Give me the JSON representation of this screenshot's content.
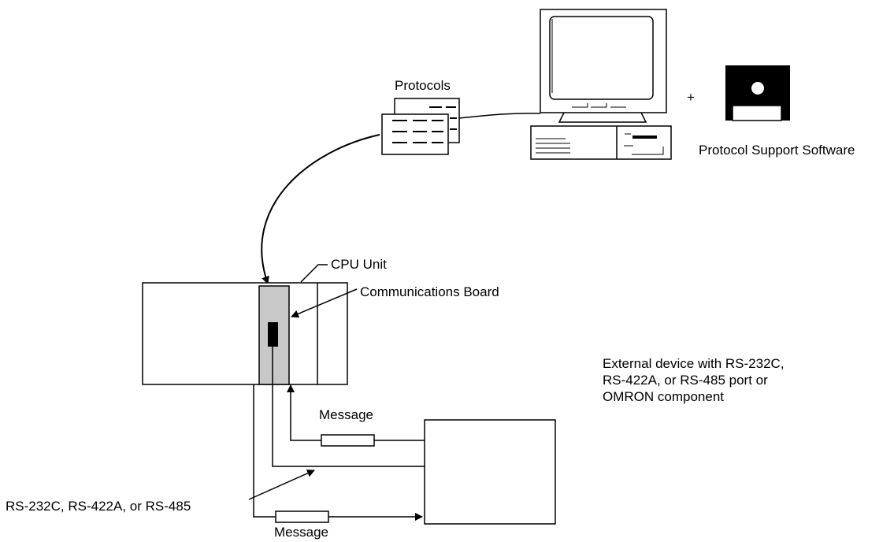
{
  "labels": {
    "protocols": "Protocols",
    "plus": "+",
    "protocol_support_software": "Protocol Support Software",
    "cpu_unit": "CPU Unit",
    "communications_board": "Communications Board",
    "external_device": [
      "External device with RS-232C,",
      "RS-422A, or RS-485 port or",
      "OMRON component"
    ],
    "message_upper": "Message",
    "message_lower": "Message",
    "serial_ports": "RS-232C, RS-422A, or RS-485"
  },
  "colors": {
    "line": "#000000",
    "board_fill": "#c8c8c8",
    "connector_fill": "#000000",
    "disk_fill": "#000000",
    "background": "#ffffff"
  },
  "icons": {
    "computer": "personal-computer-icon",
    "disk": "floppy-disk-icon",
    "protocol_cards": "protocol-documents-icon"
  }
}
